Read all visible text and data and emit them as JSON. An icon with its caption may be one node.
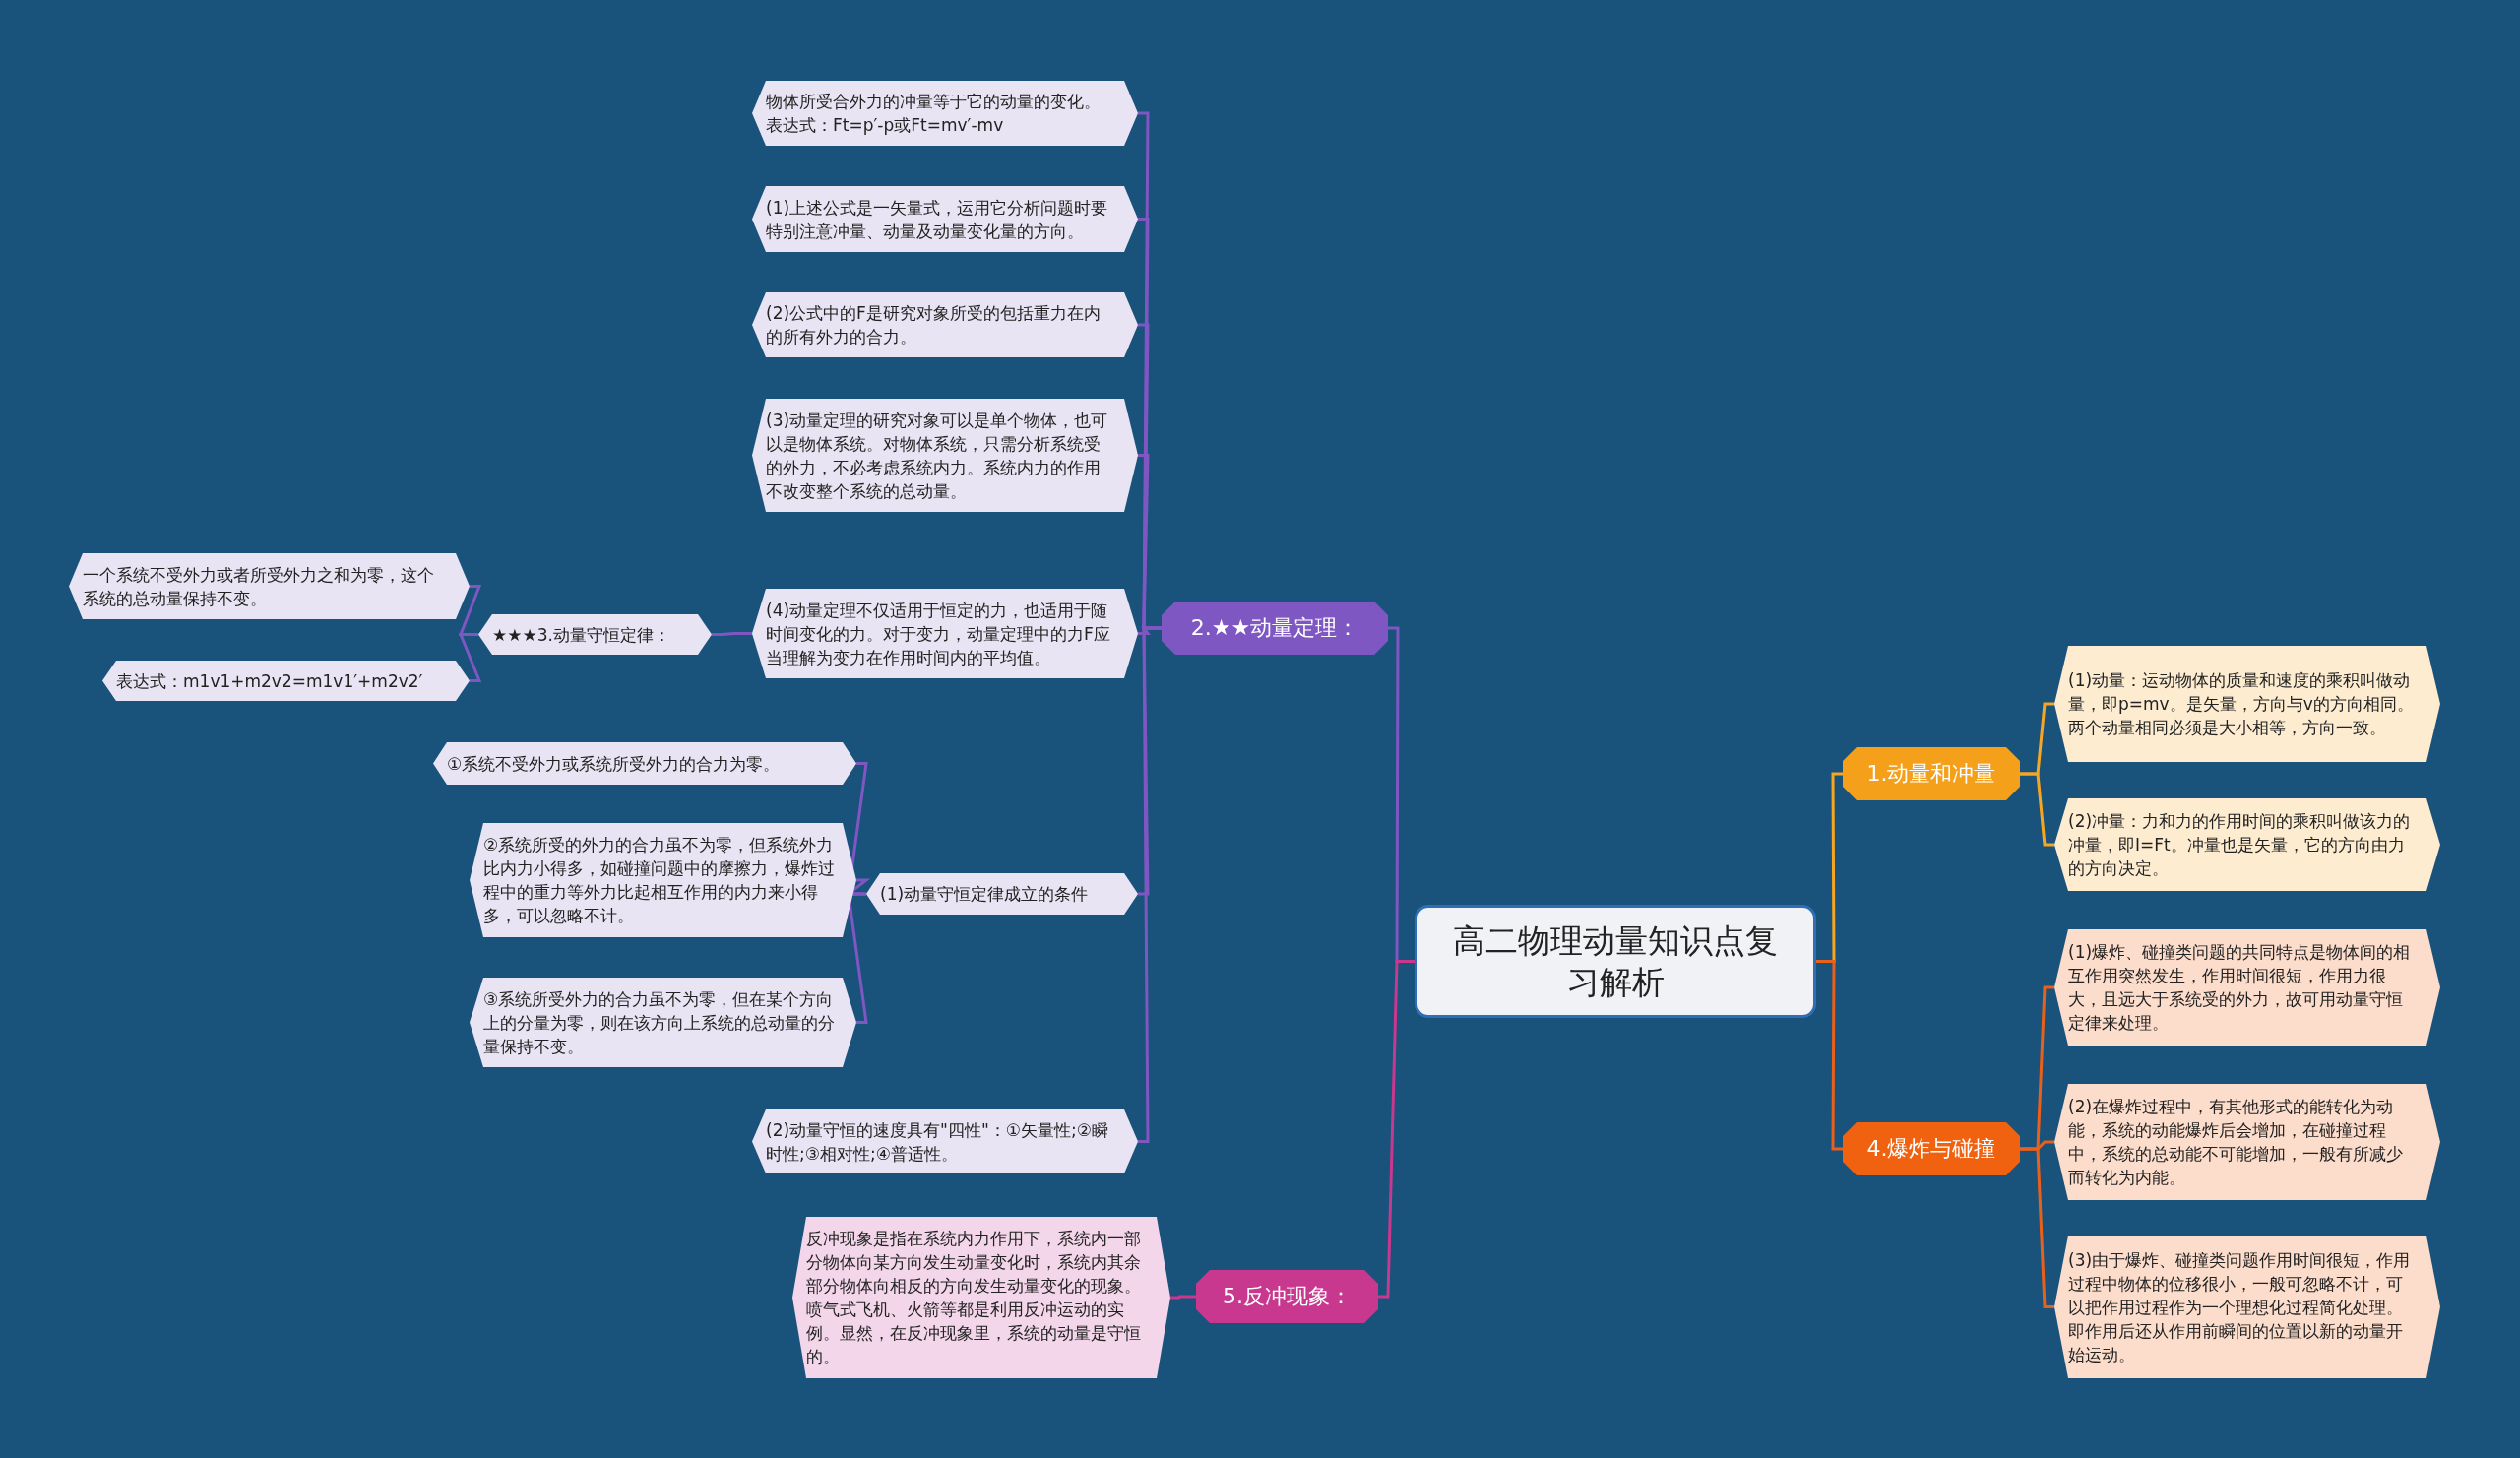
{
  "diagram": {
    "nodes": [
      {
        "text": [
          "高二物理动量知识点复习解析"
        ]
      },
      {
        "text": [
          "1.动量和冲量"
        ]
      },
      {
        "text": [
          "(1)动量：运动物体的质量和速度的乘积叫做动量，即p=mv。是矢量，方向与v的方向相同。两个动量相同必须是大小相等，方向一致。"
        ]
      },
      {
        "text": [
          "(2)冲量：力和力的作用时间的乘积叫做该力的冲量，即I=Ft。冲量也是矢量，它的方向由力的方向决定。"
        ]
      },
      {
        "text": [
          "4.爆炸与碰撞"
        ]
      },
      {
        "text": [
          "(1)爆炸、碰撞类问题的共同特点是物体间的相互作用突然发生，作用时间很短，作用力很大，且远大于系统受的外力，故可用动量守恒定律来处理。"
        ]
      },
      {
        "text": [
          "(2)在爆炸过程中，有其他形式的能转化为动能，系统的动能爆炸后会增加，在碰撞过程中，系统的总动能不可能增加，一般有所减少而转化为内能。"
        ]
      },
      {
        "text": [
          "(3)由于爆炸、碰撞类问题作用时间很短，作用过程中物体的位移很小，一般可忽略不计，可以把作用过程作为一个理想化过程简化处理。即作用后还从作用前瞬间的位置以新的动量开始运动。"
        ]
      },
      {
        "text": [
          "2.★★动量定理："
        ]
      },
      {
        "text": [
          "物体所受合外力的冲量等于它的动量的变化。表达式：Ft=p′-p或Ft=mv′-mv"
        ]
      },
      {
        "text": [
          "(1)上述公式是一矢量式，运用它分析问题时要特别注意冲量、动量及动量变化量的方向。"
        ]
      },
      {
        "text": [
          "(2)公式中的F是研究对象所受的包括重力在内的所有外力的合力。"
        ]
      },
      {
        "text": [
          "(3)动量定理的研究对象可以是单个物体，也可以是物体系统。对物体系统，只需分析系统受的外力，不必考虑系统内力。系统内力的作用不改变整个系统的总动量。"
        ]
      },
      {
        "text": [
          "(4)动量定理不仅适用于恒定的力，也适用于随时间变化的力。对于变力，动量定理中的力F应当理解为变力在作用时间内的平均值。"
        ]
      },
      {
        "text": [
          "★★★3.动量守恒定律："
        ]
      },
      {
        "text": [
          "一个系统不受外力或者所受外力之和为零，这个系统的总动量保持不变。"
        ]
      },
      {
        "text": [
          "表达式：m1v1+m2v2=m1v1′+m2v2′"
        ]
      },
      {
        "text": [
          "(1)动量守恒定律成立的条件"
        ]
      },
      {
        "text": [
          "①系统不受外力或系统所受外力的合力为零。"
        ]
      },
      {
        "text": [
          "②系统所受的外力的合力虽不为零，但系统外力比内力小得多，如碰撞问题中的摩擦力，爆炸过程中的重力等外力比起相互作用的内力来小得多，可以忽略不计。"
        ]
      },
      {
        "text": [
          "③系统所受外力的合力虽不为零，但在某个方向上的分量为零，则在该方向上系统的总动量的分量保持不变。"
        ]
      },
      {
        "text": [
          "(2)动量守恒的速度具有\"四性\"：①矢量性;②瞬时性;③相对性;④普适性。"
        ]
      },
      {
        "text": [
          "5.反冲现象："
        ]
      },
      {
        "text": [
          "反冲现象是指在系统内力作用下，系统内一部分物体向某方向发生动量变化时，系统内其余部分物体向相反的方向发生动量变化的现象。喷气式飞机、火箭等都是利用反冲运动的实例。显然，在反冲现象里，系统的动量是守恒的。"
        ]
      }
    ],
    "edges": [
      {
        "from": 0,
        "to": 1,
        "arrow": "none",
        "color": "#f5a623"
      },
      {
        "from": 1,
        "to": 2,
        "arrow": "none",
        "color": "#f5a623"
      },
      {
        "from": 1,
        "to": 3,
        "arrow": "none",
        "color": "#f5a623"
      },
      {
        "from": 0,
        "to": 4,
        "arrow": "none",
        "color": "#e8611c"
      },
      {
        "from": 4,
        "to": 5,
        "arrow": "none",
        "color": "#e8611c"
      },
      {
        "from": 4,
        "to": 6,
        "arrow": "none",
        "color": "#e8611c"
      },
      {
        "from": 4,
        "to": 7,
        "arrow": "none",
        "color": "#e8611c"
      },
      {
        "from": 0,
        "to": 8,
        "arrow": "none"
      },
      {
        "from": 8,
        "to": 9,
        "arrow": "none"
      },
      {
        "from": 8,
        "to": 10,
        "arrow": "none"
      },
      {
        "from": 8,
        "to": 11,
        "arrow": "none"
      },
      {
        "from": 8,
        "to": 12,
        "arrow": "none"
      },
      {
        "from": 8,
        "to": 13,
        "arrow": "none"
      },
      {
        "from": 13,
        "to": 14,
        "arrow": "none"
      },
      {
        "from": 14,
        "to": 15,
        "arrow": "none"
      },
      {
        "from": 14,
        "to": 16,
        "arrow": "none"
      },
      {
        "from": 8,
        "to": 17,
        "arrow": "none"
      },
      {
        "from": 17,
        "to": 18,
        "arrow": "none"
      },
      {
        "from": 17,
        "to": 19,
        "arrow": "none"
      },
      {
        "from": 17,
        "to": 20,
        "arrow": "none"
      },
      {
        "from": 8,
        "to": 21,
        "arrow": "none"
      },
      {
        "from": 0,
        "to": 22,
        "arrow": "none",
        "color": "#c8388f"
      },
      {
        "from": 22,
        "to": 23,
        "arrow": "none",
        "color": "#c8388f"
      }
    ]
  }
}
